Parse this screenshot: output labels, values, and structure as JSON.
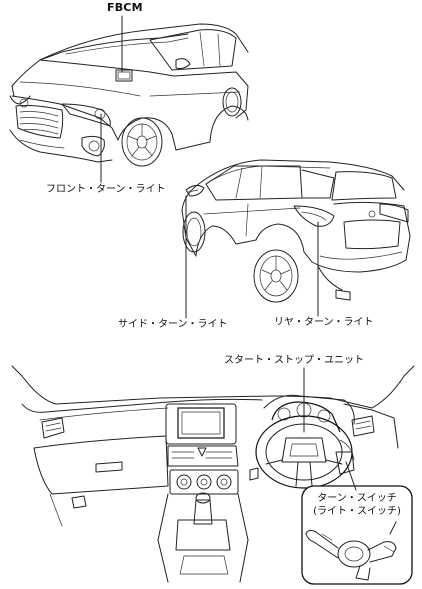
{
  "labels": {
    "fbcm": "FBCM",
    "front_turn_light": "フロント・ターン・ライト",
    "side_turn_light": "サイド・ターン・ライト",
    "rear_turn_light": "リヤ・ターン・ライト",
    "start_stop_unit": "スタート・ストップ・ユニット",
    "turn_switch": "ターン・スイッチ",
    "light_switch": "(ライト・スイッチ)"
  }
}
